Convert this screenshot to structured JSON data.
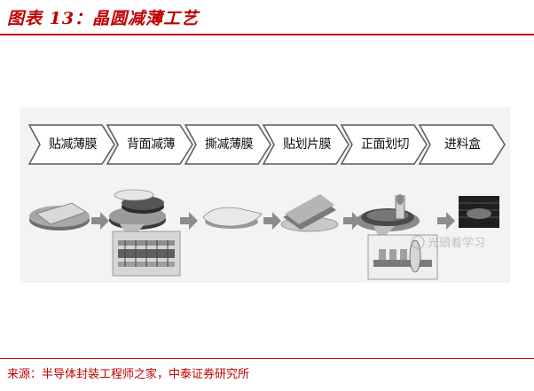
{
  "title": "图表 13：晶圆减薄工艺",
  "steps": [
    {
      "label": "贴减薄膜"
    },
    {
      "label": "背面减薄"
    },
    {
      "label": "撕减薄膜"
    },
    {
      "label": "贴划片膜"
    },
    {
      "label": "正面划切"
    },
    {
      "label": "进料盒"
    }
  ],
  "watermark": "光頭着学习",
  "source": "来源：半导体封装工程师之家，中泰证券研究所",
  "colors": {
    "brand_red": "#c00000",
    "arrow_gray": "#8c8c8c",
    "chevron_fill": "#ffffff",
    "chevron_stroke": "#5a5a5a"
  }
}
